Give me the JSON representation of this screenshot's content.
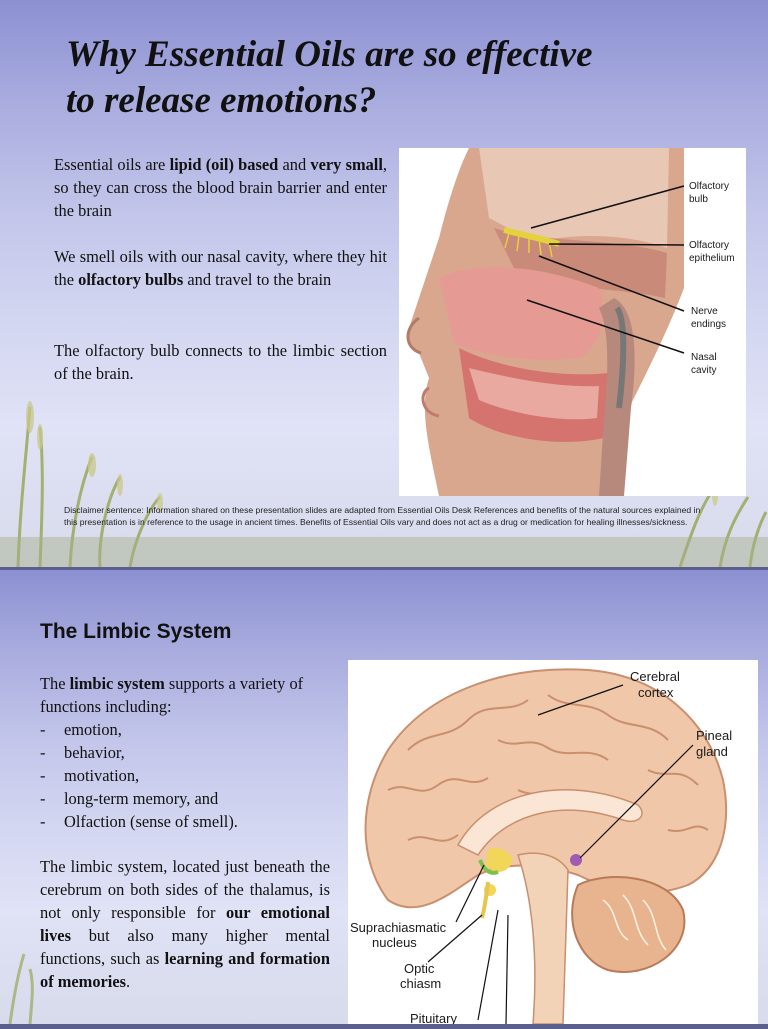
{
  "slide1": {
    "title_line1": "Why Essential Oils are so effective",
    "title_line2": "to release emotions?",
    "p1": {
      "t1": "Essential oils are ",
      "b1": "lipid (oil) based",
      "t2": " and ",
      "b2": "very small",
      "t3": ", so they can cross the blood brain barrier and enter the brain"
    },
    "p2": {
      "t1": "We smell oils with our nasal cavity, where they hit the ",
      "b1": "olfactory bulbs",
      "t2": " and travel to the brain"
    },
    "p3": "The olfactory bulb connects to the limbic section of the brain.",
    "figure_labels": {
      "olfactory_bulb_1": "Olfactory",
      "olfactory_bulb_2": "bulb",
      "olfactory_epithelium_1": "Olfactory",
      "olfactory_epithelium_2": "epithelium",
      "nerve_endings_1": "Nerve",
      "nerve_endings_2": "endings",
      "nasal_cavity_1": "Nasal",
      "nasal_cavity_2": "cavity"
    },
    "disclaimer": "Disclaimer sentence: Information shared on these presentation slides are adapted from Essential Oils Desk References and benefits of the natural sources explained in this presentation is in reference to the usage in ancient times. Benefits of Essential Oils vary and does not act as a drug or medication for healing illnesses/sickness."
  },
  "slide2": {
    "title": "The Limbic System",
    "intro": {
      "t1": "The ",
      "b1": "limbic system",
      "t2": " supports a variety of functions including:"
    },
    "list_dash": "-",
    "list_items": [
      "emotion,",
      "behavior,",
      "motivation,",
      "long-term memory, and",
      "Olfaction (sense of smell)."
    ],
    "p2": {
      "t1": "The limbic system, located just beneath the cerebrum on both sides of the thalamus, is not only responsible for ",
      "b1": "our emotional lives",
      "t2": " but also many higher mental functions, such as ",
      "b2": "learning and formation of memories",
      "t3": "."
    },
    "figure_labels": {
      "cerebral_cortex_1": "Cerebral",
      "cerebral_cortex_2": "cortex",
      "pineal_gland_1": "Pineal",
      "pineal_gland_2": "gland",
      "suprachiasmatic_1": "Suprachiasmatic",
      "suprachiasmatic_2": "nucleus",
      "optic_chiasm_1": "Optic",
      "optic_chiasm_2": "chiasm",
      "pituitary": "Pituitary"
    }
  }
}
